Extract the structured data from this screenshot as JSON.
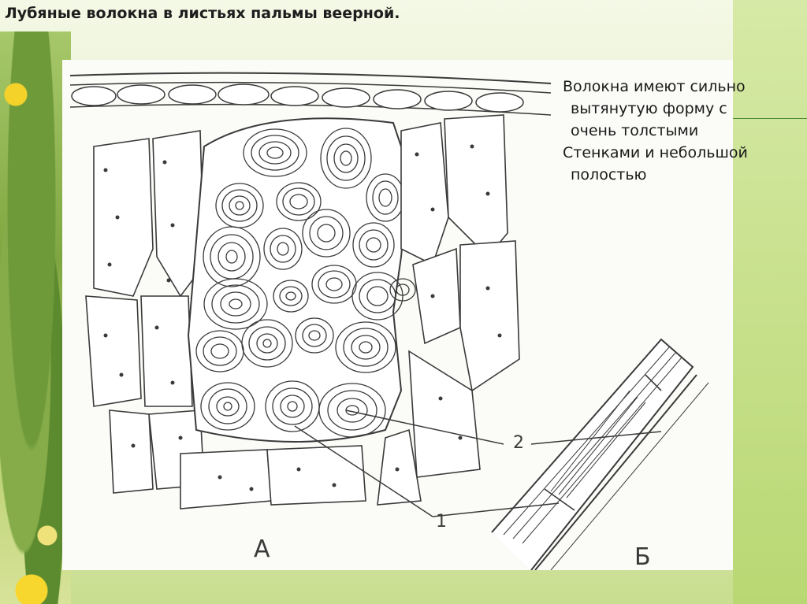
{
  "title": "Лубяные волокна в листьях пальмы веерной.",
  "description": {
    "lines": [
      "Волокна имеют сильно",
      "вытянутую форму с",
      "очень толстыми",
      "Стенками и небольшой",
      "полостью"
    ]
  },
  "diagram": {
    "panel_a_label": "А",
    "panel_b_label": "Б",
    "callouts": [
      {
        "number": "1"
      },
      {
        "number": "2"
      }
    ]
  },
  "colors": {
    "ink": "#3a3a3a",
    "accent": "#4f8a3a"
  }
}
